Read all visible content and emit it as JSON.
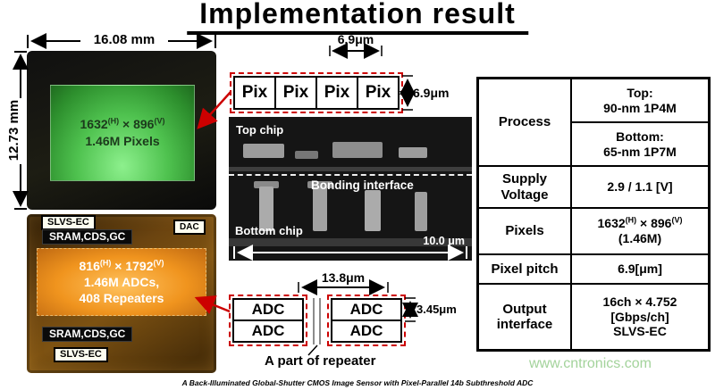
{
  "title": "Implementation result",
  "colors": {
    "accent_red": "#cc0000",
    "watermark_green": "#a3d39b"
  },
  "die": {
    "width_label": "16.08 mm",
    "height_label": "12.73 mm",
    "top_chip": {
      "res": {
        "a": "1632",
        "sup1": "(H)",
        "b": " × 896",
        "sup2": "(V)"
      },
      "pixels": "1.46M Pixels"
    },
    "bottom_chip": {
      "slvs_top": "SLVS-EC",
      "dac": "DAC",
      "sram_top": "SRAM,CDS,GC",
      "res": {
        "a": "816",
        "sup1": "(H)",
        "b": " × 1792",
        "sup2": "(V)"
      },
      "adcs": "1.46M ADCs,",
      "repeaters": "408 Repeaters",
      "sram_bottom": "SRAM,CDS,GC",
      "slvs_bottom": "SLVS-EC"
    }
  },
  "pix_diagram": {
    "pitch_width": "6.9μm",
    "pitch_height": "6.9μm",
    "cells": [
      "Pix",
      "Pix",
      "Pix",
      "Pix"
    ]
  },
  "cross_section": {
    "top_chip": "Top chip",
    "bonding": "Bonding interface",
    "bottom_chip": "Bottom chip",
    "scale": "10.0 μm"
  },
  "adc_diagram": {
    "width": "13.8μm",
    "height": "3.45μm",
    "cells": [
      "ADC",
      "ADC",
      "ADC",
      "ADC"
    ],
    "note": "A part of repeater"
  },
  "spec_table": {
    "process": {
      "label": "Process",
      "top": [
        "Top:",
        "90-nm 1P4M"
      ],
      "bottom": [
        "Bottom:",
        "65-nm 1P7M"
      ]
    },
    "supply": {
      "label": [
        "Supply",
        "Voltage"
      ],
      "value": "2.9 / 1.1 [V]"
    },
    "pixels": {
      "label": "Pixels",
      "res": {
        "a": "1632",
        "sup1": "(H)",
        "b": " × 896",
        "sup2": "(V)"
      },
      "count": "(1.46M)"
    },
    "pitch": {
      "label": "Pixel pitch",
      "value": "6.9[μm]"
    },
    "output": {
      "label": [
        "Output",
        "interface"
      ],
      "value": [
        "16ch × 4.752",
        "[Gbps/ch]",
        "SLVS-EC"
      ]
    }
  },
  "watermark": "www.cntronics.com",
  "caption": "A Back-Illuminated Global-Shutter CMOS Image Sensor with Pixel-Parallel 14b Subthreshold ADC"
}
